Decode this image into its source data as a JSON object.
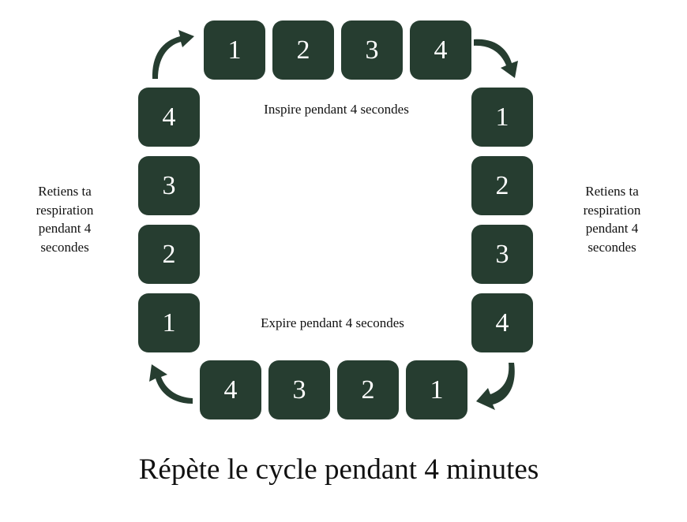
{
  "colors": {
    "box": "#263d30",
    "box_text": "#ffffff",
    "text": "#111111"
  },
  "top_row": [
    "1",
    "2",
    "3",
    "4"
  ],
  "right_column": [
    "1",
    "2",
    "3",
    "4"
  ],
  "bottom_row": [
    "4",
    "3",
    "2",
    "1"
  ],
  "left_column": [
    "4",
    "3",
    "2",
    "1"
  ],
  "labels": {
    "inhale": "Inspire pendant 4 secondes",
    "exhale": "Expire pendant 4 secondes",
    "hold_left": [
      "Retiens ta",
      "respiration",
      "pendant 4",
      "secondes"
    ],
    "hold_right": [
      "Retiens ta",
      "respiration",
      "pendant 4",
      "secondes"
    ]
  },
  "title": "Répète le cycle pendant 4 minutes",
  "icons": [
    "curved-arrow-icon",
    "curved-arrow-icon",
    "curved-arrow-icon",
    "curved-arrow-icon"
  ]
}
